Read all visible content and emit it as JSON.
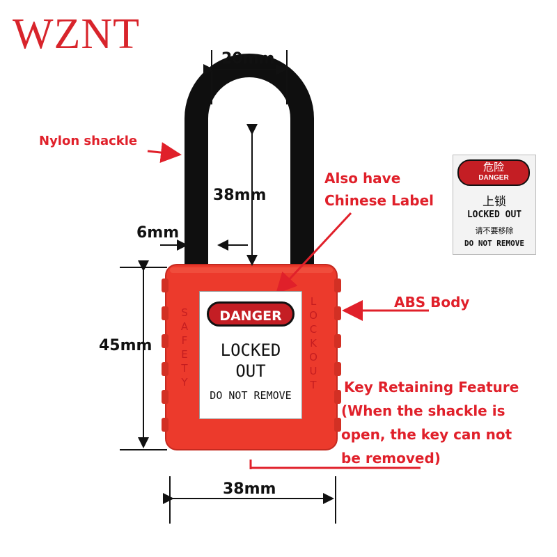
{
  "brand": "WZNT",
  "dimensions": {
    "shackle_width": "20mm",
    "shackle_height": "38mm",
    "shackle_diameter": "6mm",
    "body_height": "45mm",
    "body_width": "38mm"
  },
  "callouts": {
    "nylon_shackle": "Nylon shackle",
    "chinese_label_line1": "Also have",
    "chinese_label_line2": "Chinese Label",
    "abs_body": "ABS Body",
    "key_retaining_1": "Key Retaining Feature",
    "key_retaining_2": "(When the shackle is",
    "key_retaining_3": "open, the key can not",
    "key_retaining_4": "be removed)"
  },
  "lock_label": {
    "danger": "DANGER",
    "locked": "LOCKED",
    "out": "OUT",
    "do_not_remove": "DO NOT REMOVE",
    "side_left": "SAFETY",
    "side_right": "LOCKOUT"
  },
  "chinese_label": {
    "danger_cn": "危险",
    "danger_en": "DANGER",
    "locked_cn": "上锁",
    "locked_en": "LOCKED OUT",
    "remove_cn": "请不要移除",
    "remove_en": "DO NOT REMOVE"
  },
  "colors": {
    "brand_red": "#d8242b",
    "lock_body": "#ec3a2c",
    "shackle": "#0f0f0f",
    "callout_red": "#e0202a"
  }
}
